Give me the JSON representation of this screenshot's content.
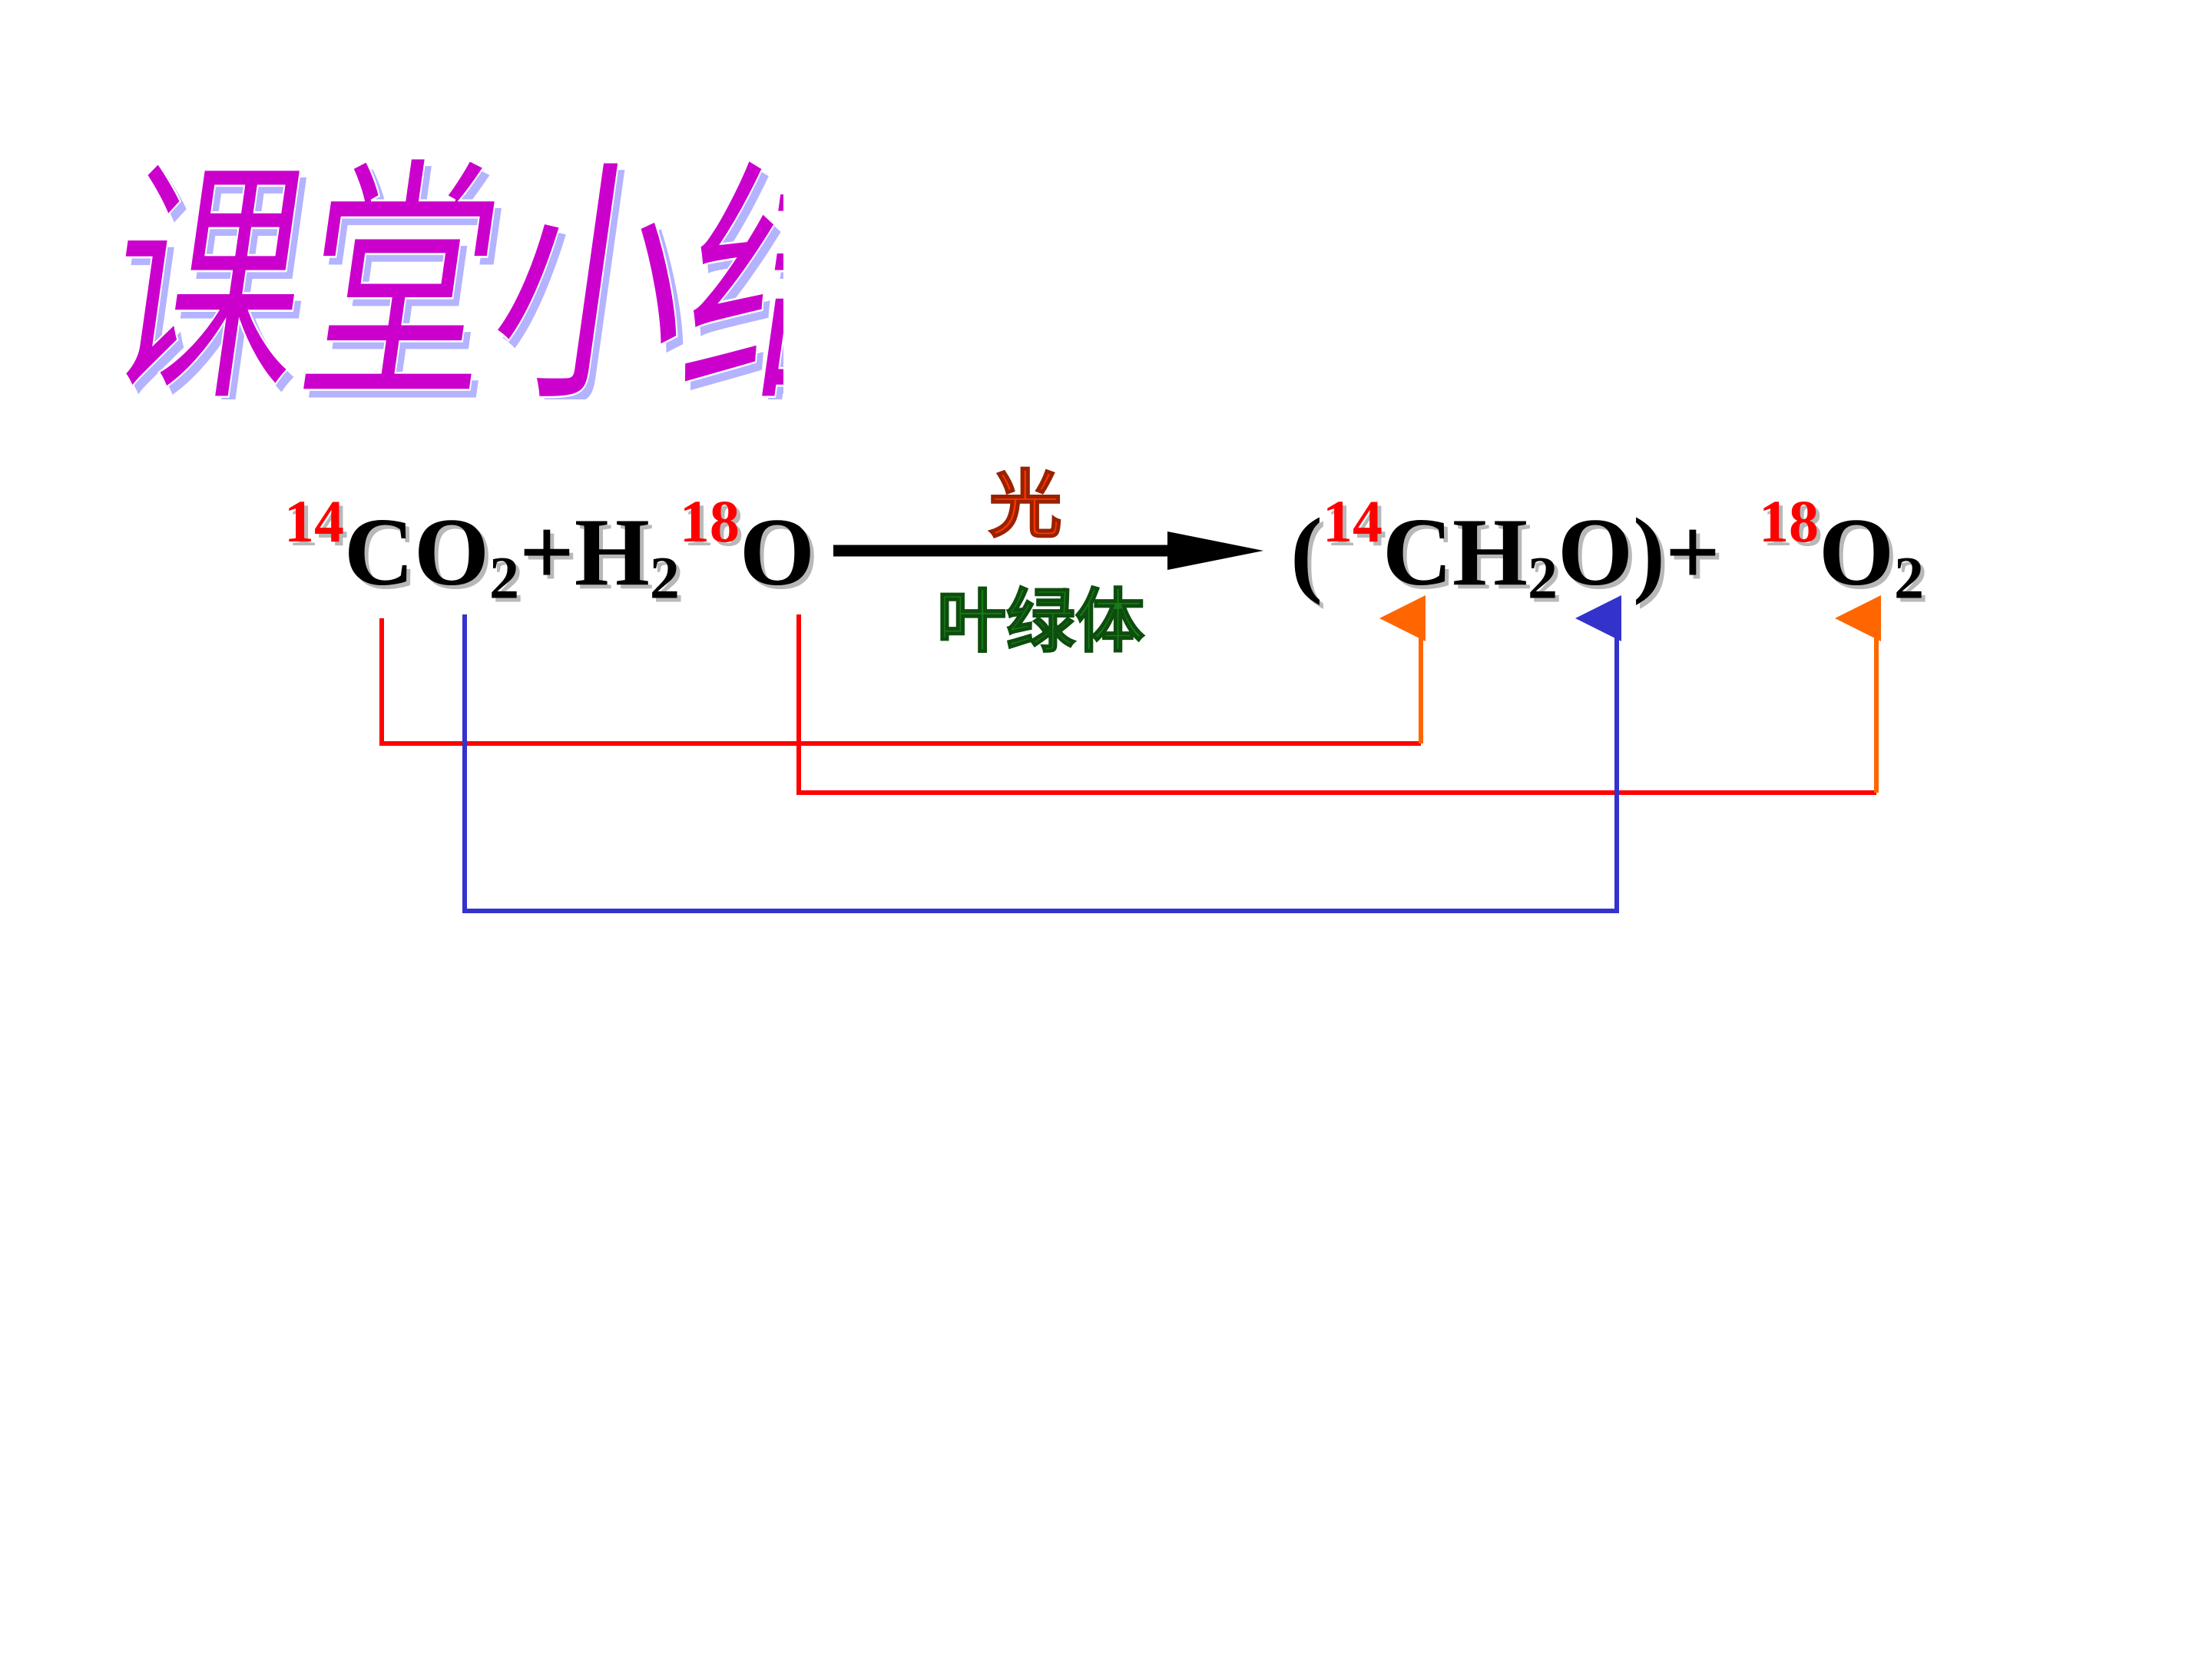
{
  "slide": {
    "title": "课堂小结",
    "colors": {
      "title": "#cc00cc",
      "title_shadow": "#b3b3ff",
      "isotope": "#ff0000",
      "condition_light": "#ff3300",
      "condition_chloroplast": "#1a7a1a",
      "carbon_path": "#ff0000",
      "oxygen_path": "#3333cc",
      "arrowhead_orange": "#ff6600"
    }
  },
  "equation": {
    "reactant1": {
      "isotope": "14",
      "formula": "CO",
      "subscript": "2"
    },
    "plus1": "+",
    "reactant2": {
      "formula": "H",
      "subscript": "2",
      "isotope": "18",
      "formula2": "O"
    },
    "condition_above": "光",
    "condition_below": "叶绿体",
    "product1": {
      "open": "(",
      "isotope": "14",
      "formula": "CH",
      "subscript": "2",
      "formula2": "O",
      "close": ")"
    },
    "plus2": "+",
    "product2": {
      "isotope": "18",
      "formula": "O",
      "subscript": "2"
    }
  },
  "traces": [
    {
      "name": "carbon-14-trace",
      "from": "CO2 (C)",
      "to": "CH2O",
      "color": "#ff0000"
    },
    {
      "name": "oxygen-18-trace",
      "from": "H2O (O)",
      "to": "O2",
      "color": "#ff0000"
    },
    {
      "name": "co2-oxygen-trace",
      "from": "CO2 (O)",
      "to": "CH2O (O)",
      "color": "#3333cc"
    }
  ]
}
